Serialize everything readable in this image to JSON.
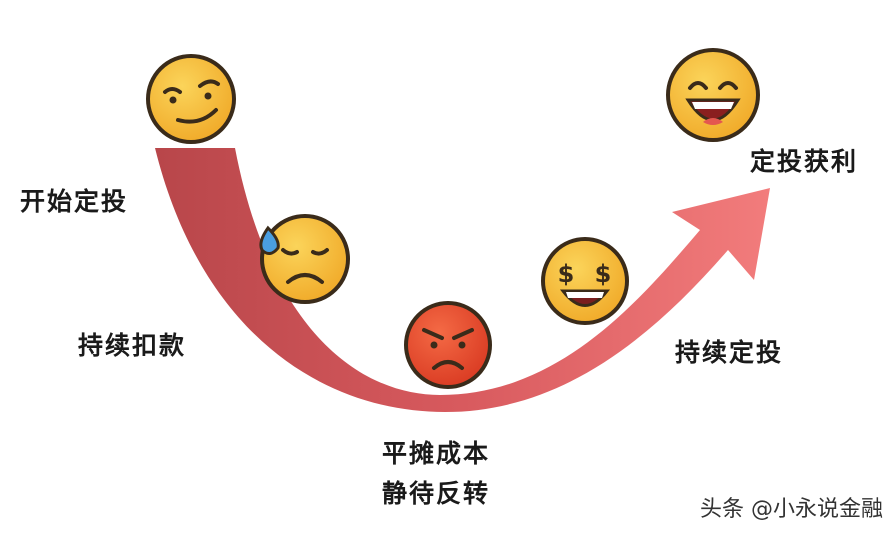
{
  "labels": {
    "start": "开始定投",
    "deduct": "持续扣款",
    "bottom_line1": "平摊成本",
    "bottom_line2": "静待反转",
    "continue": "持续定投",
    "profit": "定投获利"
  },
  "emojis": [
    "smirk-face",
    "sad-sweat-face",
    "angry-face",
    "dollar-eyes-face",
    "laughing-face"
  ],
  "watermark": "头条 @小永说金融",
  "colors": {
    "curve_dark": "#b8464a",
    "curve_light": "#f07b7b",
    "face_yellow": "#f5b93a",
    "face_outline": "#3a2b1a",
    "face_red": "#e64a2e"
  }
}
